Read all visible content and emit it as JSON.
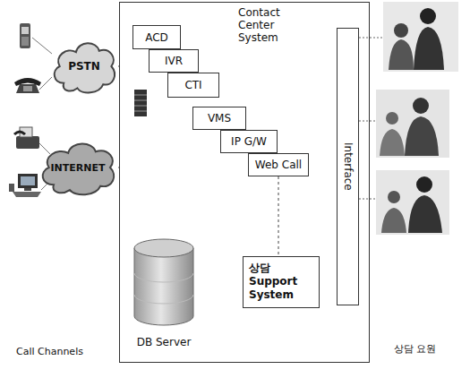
{
  "diagram": {
    "nodes": [
      {
        "text": [
          "PSTN"
        ]
      },
      {
        "text": [
          "INTERNET"
        ]
      },
      {
        "text": [
          "Contact Center System"
        ]
      },
      {
        "text": [
          "ACD"
        ],
        "in": 2
      },
      {
        "text": [
          "IVR"
        ],
        "in": 2
      },
      {
        "text": [
          "CTI"
        ],
        "in": 2
      },
      {
        "text": [
          "VMS"
        ],
        "in": 2
      },
      {
        "text": [
          "IP G/W"
        ],
        "in": 2
      },
      {
        "text": [
          "Web Call"
        ],
        "in": 2
      },
      {
        "text": [
          "Interface"
        ],
        "in": 2
      },
      {
        "text": [
          "상담 Support System"
        ],
        "in": 2
      },
      {
        "text": [
          "DB Server"
        ],
        "in": 2
      }
    ],
    "edges": [
      {
        "from": 0,
        "to": 2,
        "arrow": "none"
      },
      {
        "from": 1,
        "to": 2,
        "arrow": "none"
      },
      {
        "from": 8,
        "to": 10,
        "arrow": "none"
      }
    ],
    "labels": [
      "Call Channels",
      "상담 요원"
    ]
  }
}
